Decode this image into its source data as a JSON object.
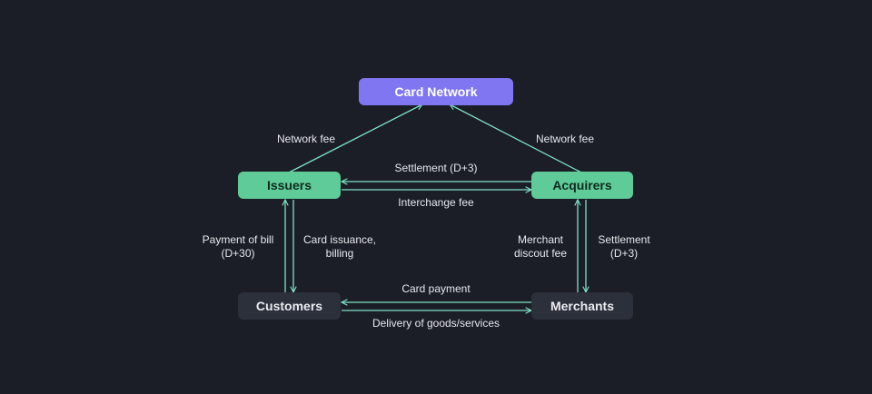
{
  "nodes": {
    "card_network": "Card Network",
    "issuers": "Issuers",
    "acquirers": "Acquirers",
    "customers": "Customers",
    "merchants": "Merchants"
  },
  "edges": {
    "issuers_network_fee": "Network fee",
    "acquirers_network_fee": "Network fee",
    "settlement_top": "Settlement (D+3)",
    "interchange_fee": "Interchange fee",
    "payment_of_bill": "Payment of bill\n(D+30)",
    "card_issuance": "Card issuance,\nbilling",
    "merchant_discount_fee": "Merchant\ndiscout fee",
    "settlement_right": "Settlement\n(D+3)",
    "card_payment": "Card payment",
    "delivery": "Delivery of goods/services"
  },
  "colors": {
    "background": "#1b1d27",
    "network_node": "#8076f2",
    "role_node": "#5ecb98",
    "party_node": "#2c303b",
    "arrow": "#7fe3c6"
  }
}
